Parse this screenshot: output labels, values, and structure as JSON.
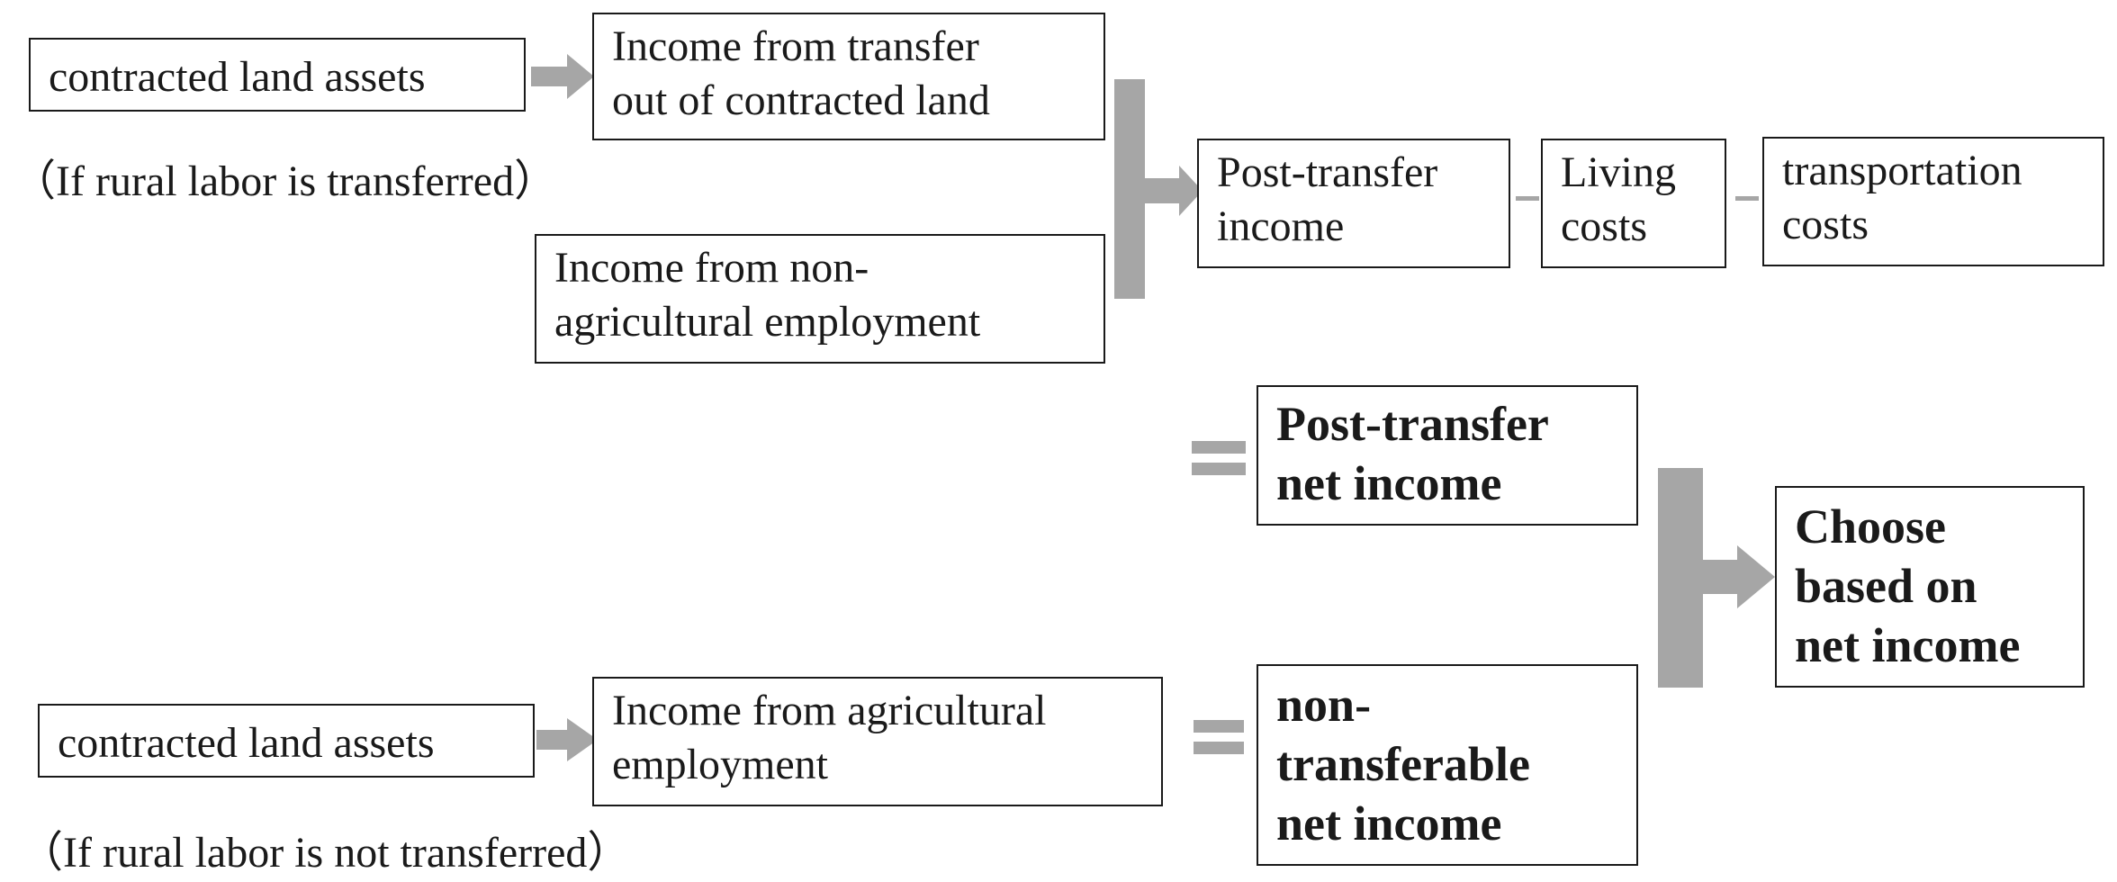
{
  "top": {
    "land_assets": "contracted land assets",
    "transfer_income": [
      "Income from transfer",
      "out of contracted land"
    ],
    "nonag_income": [
      "Income from non-",
      "agricultural employment"
    ],
    "note": "（If rural labor is transferred）",
    "post_transfer_income": [
      "Post-transfer",
      "income"
    ],
    "living_costs": [
      "Living",
      "costs"
    ],
    "transport_costs": [
      "transportation",
      "costs"
    ],
    "minus1": "–",
    "minus2": "–"
  },
  "mid": {
    "post_transfer_net": [
      "Post-transfer",
      "net income"
    ],
    "non_transferable_net": [
      "non-",
      "transferable",
      "net income"
    ],
    "choose": [
      "Choose",
      "based on",
      "net income"
    ]
  },
  "bottom": {
    "land_assets": "contracted land assets",
    "ag_income": [
      "Income from agricultural",
      "employment"
    ],
    "note": "（If rural labor is not transferred）"
  },
  "colors": {
    "connector": "#a6a6a6",
    "border": "#1a1a1a"
  }
}
